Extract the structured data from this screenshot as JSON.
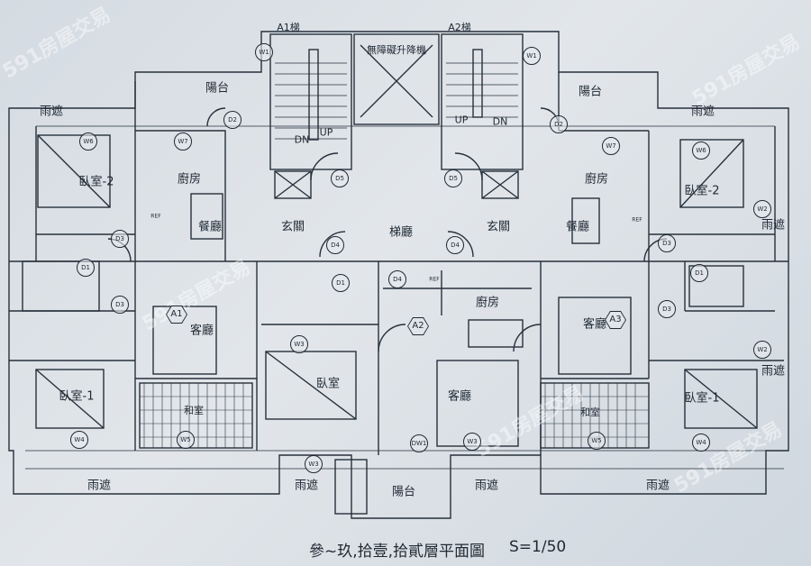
{
  "title": "參~玖,拾壹,拾貳層平面圖",
  "scale": "S=1/50",
  "watermark": "591房屋交易",
  "stairs": {
    "a1": "A1梯",
    "a2": "A2梯",
    "up": "UP",
    "dn": "DN"
  },
  "elevator": "無障礙升降機",
  "rooms": {
    "canopy": "雨遮",
    "balcony": "陽台",
    "bedroom2": "臥室-2",
    "bedroom1": "臥室-1",
    "bedroom": "臥室",
    "kitchen": "廚房",
    "dining": "餐廳",
    "foyer": "玄關",
    "lobby": "梯廳",
    "living": "客廳",
    "tatami": "和室"
  },
  "units": {
    "a1": "A1",
    "a2": "A2",
    "a3": "A3"
  },
  "tags": {
    "d1": "D1",
    "d2": "D2",
    "d3": "D3",
    "d4": "D4",
    "d5": "D5",
    "w1": "W1",
    "w2": "W2",
    "w3": "W3",
    "w4": "W4",
    "w5": "W5",
    "w6": "W6",
    "w7": "W7",
    "dw1": "DW1",
    "ref": "REF"
  }
}
